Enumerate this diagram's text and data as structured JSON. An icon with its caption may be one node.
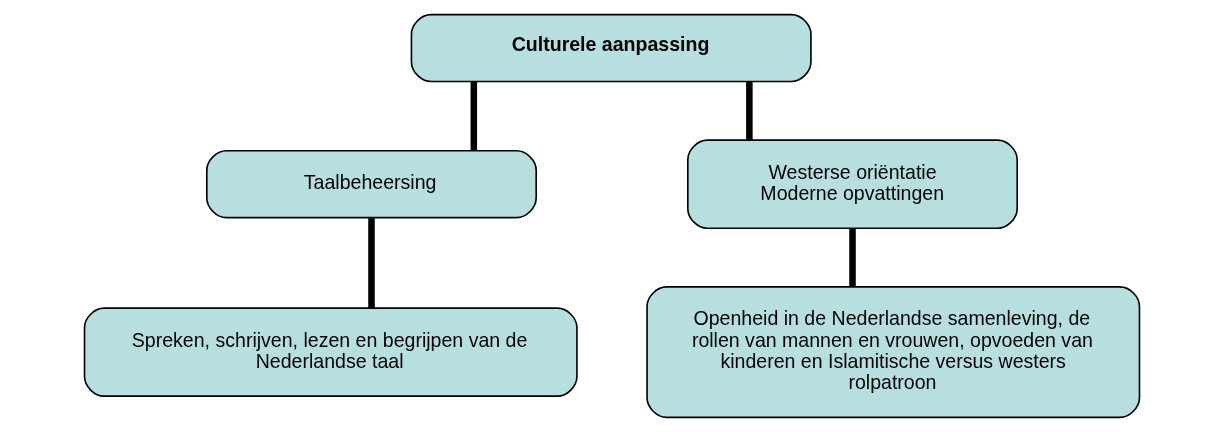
{
  "diagram": {
    "nodes": [
      {
        "text": [
          "Culturele aanpassing"
        ]
      },
      {
        "text": [
          "Taalbeheersing"
        ]
      },
      {
        "text": [
          "Westerse oriëntatie",
          "Moderne opvattingen"
        ]
      },
      {
        "text": [
          "Spreken, schrijven, lezen en begrijpen van de Nederlandse taal"
        ]
      },
      {
        "text": [
          "Openheid in de Nederlandse samenleving, de rollen van mannen en vrouwen, opvoeden van kinderen en Islamitische versus westers rolpatroon"
        ]
      }
    ],
    "edges": [
      {
        "from": 0,
        "to": 1,
        "arrow": "none"
      },
      {
        "from": 0,
        "to": 2,
        "arrow": "none"
      },
      {
        "from": 1,
        "to": 3,
        "arrow": "none"
      },
      {
        "from": 2,
        "to": 4,
        "arrow": "none"
      }
    ]
  }
}
